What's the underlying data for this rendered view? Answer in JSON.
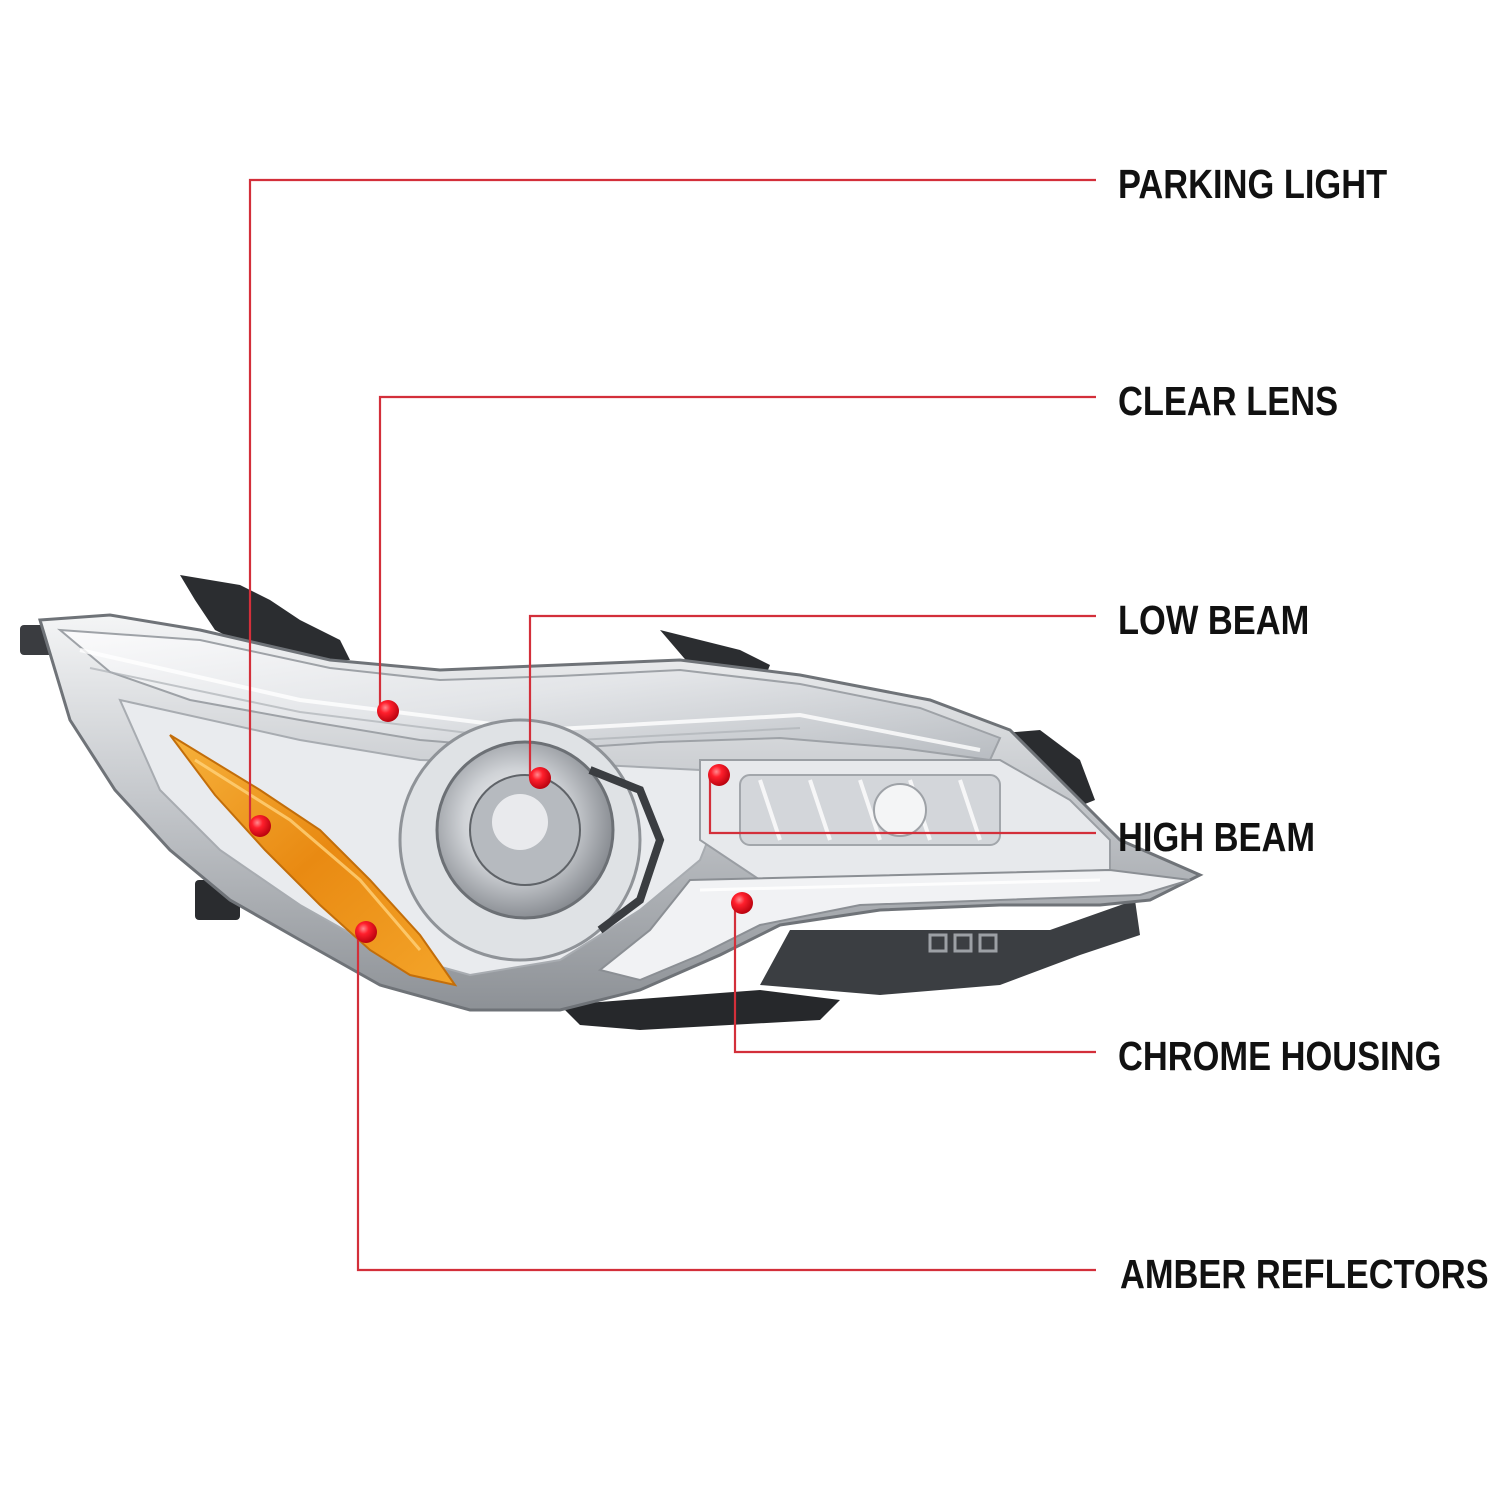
{
  "colors": {
    "leader_line": "#d32f3a",
    "dot": "#e0101c",
    "label_text": "#111111",
    "amber": "#f09a1c",
    "chrome": "#c9ccd0",
    "housing_dark": "#2a2c2f"
  },
  "callouts": [
    {
      "id": "parking-light",
      "label": "PARKING LIGHT"
    },
    {
      "id": "clear-lens",
      "label": "CLEAR LENS"
    },
    {
      "id": "low-beam",
      "label": "LOW BEAM"
    },
    {
      "id": "high-beam",
      "label": "HIGH BEAM"
    },
    {
      "id": "chrome-housing",
      "label": "CHROME HOUSING"
    },
    {
      "id": "amber-reflectors",
      "label": "AMBER REFLECTORS"
    }
  ],
  "product": {
    "icon": "headlight-assembly-illustration"
  }
}
